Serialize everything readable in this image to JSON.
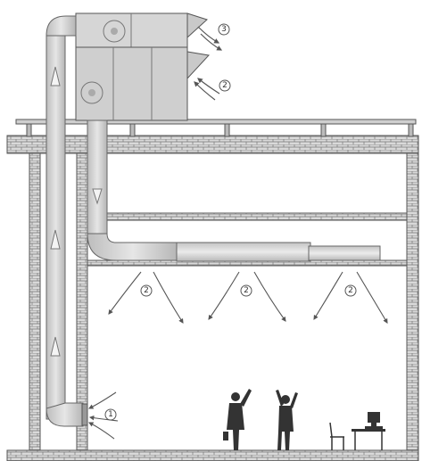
{
  "diagram": {
    "callouts": {
      "exhaust": "3",
      "intake_roof": "2",
      "supply_a": "2",
      "supply_b": "2",
      "supply_c": "2",
      "return": "1"
    }
  }
}
